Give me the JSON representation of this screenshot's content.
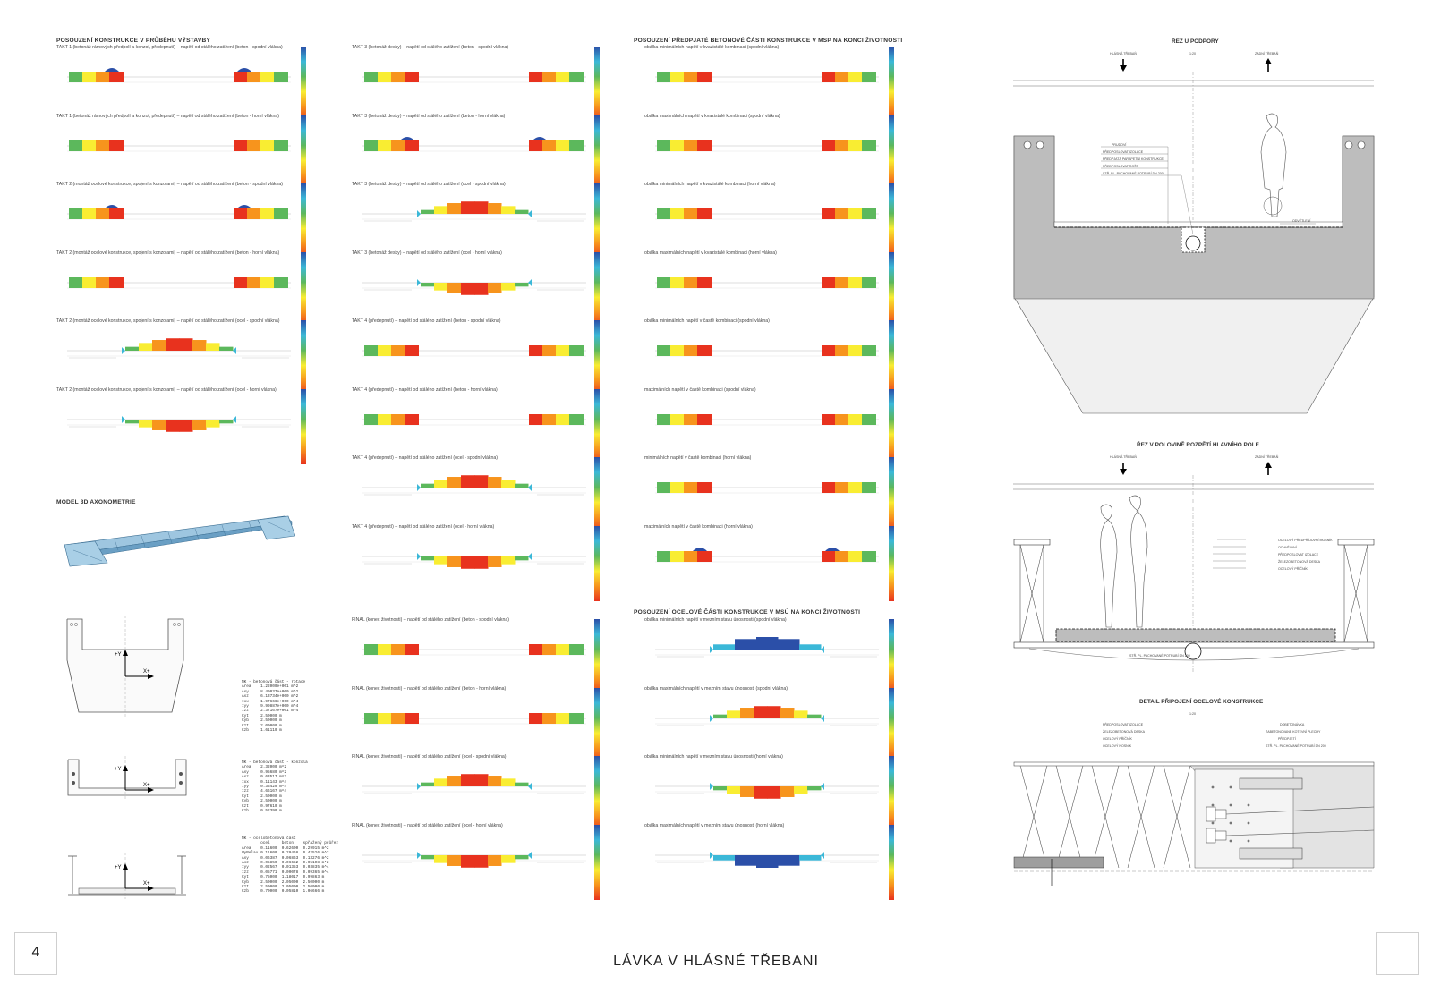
{
  "page": {
    "number": "4",
    "title": "LÁVKA V HLÁSNÉ TŘEBANI"
  },
  "sections": {
    "construction": "POSOUZENÍ KONSTRUKCE V PRŮBĚHU VÝSTAVBY",
    "concrete_eol": "POSOUZENÍ PŘEDPJATÉ BETONOVÉ ČÁSTI KONSTRUKCE V MSP NA KONCI ŽIVOTNOSTI",
    "steel_eol": "POSOUZENÍ OCELOVÉ ČÁSTI KONSTRUKCE V MSÚ NA KONCI ŽIVOTNOSTI",
    "model3d": "MODEL 3D AXONOMETRIE"
  },
  "colors": {
    "red": "#e8321e",
    "orange": "#f7941d",
    "yellow": "#f9ed32",
    "green": "#5cb85c",
    "cyan": "#3bb8d8",
    "blue": "#2b4fa8",
    "deck": "#d6d6d6",
    "section_fill": "#bdbdbd"
  },
  "plots": {
    "col1": [
      {
        "caption": "TAKT 1 (betonáž rámových předpolí a konzol, předepnutí) – napětí od stálého zatížení (beton - spodní vlákna)",
        "kind": "ends",
        "bump": "blue"
      },
      {
        "caption": "TAKT 1 (betonáž rámových předpolí a konzol, předepnutí) – napětí od stálého zatížení (beton - horní vlákna)",
        "kind": "ends",
        "bump": "none"
      },
      {
        "caption": "TAKT 2 (montáž ocelové konstrukce, spojení s konzolami) – napětí od stálého zatížení (beton - spodní vlákna)",
        "kind": "ends",
        "bump": "blue"
      },
      {
        "caption": "TAKT 2 (montáž ocelové konstrukce, spojení s konzolami) – napětí od stálého zatížení (beton - horní vlákna)",
        "kind": "ends",
        "bump": "none"
      },
      {
        "caption": "TAKT 2 (montáž ocelové konstrukce, spojení s konzolami) – napětí od stálého zatížení (ocel - spodní vlákna)",
        "kind": "arch",
        "bump": "none"
      },
      {
        "caption": "TAKT 2 (montáž ocelové konstrukce, spojení s konzolami) – napětí od stálého zatížení (ocel - horní vlákna)",
        "kind": "sag",
        "bump": "none"
      }
    ],
    "col2": [
      {
        "caption": "TAKT 3 (betonáž desky) – napětí od stálého zatížení (beton - spodní vlákna)",
        "kind": "ends",
        "bump": "none"
      },
      {
        "caption": "TAKT 3 (betonáž desky) – napětí od stálého zatížení (beton - horní vlákna)",
        "kind": "ends",
        "bump": "blue"
      },
      {
        "caption": "TAKT 3 (betonáž desky) – napětí od stálého zatížení (ocel - spodní vlákna)",
        "kind": "arch",
        "bump": "none"
      },
      {
        "caption": "TAKT 3 (betonáž desky) – napětí od stálého zatížení (ocel - horní vlákna)",
        "kind": "sag",
        "bump": "none"
      },
      {
        "caption": "TAKT 4 (předepnutí) – napětí od stálého zatížení (beton - spodní vlákna)",
        "kind": "ends",
        "bump": "none"
      },
      {
        "caption": "TAKT 4 (předepnutí) – napětí od stálého zatížení (beton - horní vlákna)",
        "kind": "ends",
        "bump": "none"
      },
      {
        "caption": "TAKT 4 (předepnutí) – napětí od stálého zatížení (ocel - spodní vlákna)",
        "kind": "arch",
        "bump": "none"
      },
      {
        "caption": "TAKT 4 (předepnutí) – napětí od stálého zatížení (ocel - horní vlákna)",
        "kind": "sag",
        "bump": "none"
      },
      {
        "caption": "FINAL (konec životnosti) – napětí od stálého zatížení (beton - spodní vlákna)",
        "kind": "ends",
        "bump": "none"
      },
      {
        "caption": "FINAL (konec životnosti) – napětí od stálého zatížení (beton - horní vlákna)",
        "kind": "ends",
        "bump": "none"
      },
      {
        "caption": "FINAL (konec životnosti) – napětí od stálého zatížení (ocel - spodní vlákna)",
        "kind": "arch",
        "bump": "none"
      },
      {
        "caption": "FINAL (konec životnosti) – napětí od stálého zatížení (ocel - horní vlákna)",
        "kind": "sag",
        "bump": "none"
      }
    ],
    "col3": [
      {
        "caption": "obálka minimálních napětí v kvazistálé kombinaci (spodní vlákna)",
        "kind": "ends",
        "bump": "none"
      },
      {
        "caption": "obálka maximálních napětí v kvazistálé kombinaci (spodní vlákna)",
        "kind": "ends",
        "bump": "none"
      },
      {
        "caption": "obálka minimálních napětí v kvazistálé kombinaci (horní vlákna)",
        "kind": "ends",
        "bump": "none"
      },
      {
        "caption": "obálka maximálních napětí v kvazistálé kombinaci (horní vlákna)",
        "kind": "ends",
        "bump": "none"
      },
      {
        "caption": "obálka minimálních napětí v častě kombinaci (spodní vlákna)",
        "kind": "ends",
        "bump": "none"
      },
      {
        "caption": "maximálních napětí v častě kombinaci (spodní vlákna)",
        "kind": "ends",
        "bump": "none"
      },
      {
        "caption": "minimálních napětí v častě kombinaci (horní vlákna)",
        "kind": "ends",
        "bump": "none"
      },
      {
        "caption": "maximálních napětí v častě kombinaci (horní vlákna)",
        "kind": "ends",
        "bump": "blue"
      },
      {
        "caption": "obálka minimálních napětí v mezním stavu únosnosti (spodní vlákna)",
        "kind": "blue_arch",
        "bump": "none"
      },
      {
        "caption": "obálka maximálních napětí v mezním stavu únosnosti (spodní vlákna)",
        "kind": "arch",
        "bump": "none"
      },
      {
        "caption": "obálka minimálních napětí v mezním stavu únosnosti (horní vlákna)",
        "kind": "sag",
        "bump": "none"
      },
      {
        "caption": "obálka maximálních napětí v mezním stavu únosnosti (horní vlákna)",
        "kind": "blue_sag",
        "bump": "none"
      }
    ]
  },
  "sections_props": {
    "s1_title": "NK - betonová část - rotace",
    "s1_rows": "Area    1.22000e+001 m^2\nAsy     8.49037e+000 m^2\nAsz     6.13734e+000 m^2\nIxx     1.97666e+000 m^4\nIyy     9.99887e+000 m^4\nIzz     2.37167e+001 m^4\nCyt     2.50000 m\nCyb     2.50000 m\nCzt     2.00000 m\nCzb     1.61110 m",
    "s2_title": "NK - betonová část - konzola",
    "s2_rows": "Area    2.32000 m^2\nAsy     0.95680 m^2\nAsz     0.63517 m^2\nIxx     0.11143 m^4\nIyy     0.35420 m^4\nIzz     4.66167 m^4\nCyt     2.50000 m\nCyb     2.50000 m\nCzt     0.97610 m\nCzb     0.52390 m",
    "s3_title": "NK - ocelobetonová část",
    "s3_rows": "        ocel     beton    spřažený průřez\nArea    0.11600  0.62600  0.29915 m^2\nWyRelax 0.11600  0.29468  0.42526 m^2\nAsy     0.06387  0.06863  0.13276 m^2\nAsz     0.05850  0.06652  0.05108 m^2\nIyy     0.02567  0.01353  0.03835 m^4\nIzz     0.05771  0.00078  0.09365 m^4\nCyt     0.75000  1.18017  0.99863 m\nCyb     2.50000  2.05000  2.50000 m\nCzt     2.50000  2.05000  2.50000 m\nCzb     0.70000  0.05810  1.06666 m"
  },
  "drawings": {
    "support_title": "ŘEZ U PODPORY",
    "midspan_title": "ŘEZ V POLOVINĚ ROZPĚTÍ HLAVNÍHO POLE",
    "detail_title": "DETAIL PŘIPOJENÍ OCELOVÉ KONSTRUKCE",
    "left_dir": "HLÁSNÁ TŘEBAŇ",
    "right_dir": "ZADNÍ TŘEBAŇ",
    "axis": "1:20",
    "support_labels": [
      "PRUDOVÍ",
      "PŘEDPOSLOVAT IZOLACE",
      "PŘEDPJATÁ PARAPETNÍ KONSTRUKCE",
      "PŘEDPOSLOVAT ROŠT",
      "STŘ. PL. PACHOVANÉ POTRUBÍ DN 200"
    ],
    "support_right_label": "ODVĚTLENÍ",
    "mid_labels": [
      "OCELOVÝ PŘEDPŘÍDUVNÍ MOSNÍK",
      "OCHVĚLANÍ",
      "PŘEDPOSLOVAT IZOLACE",
      "ŽELEZOBETONOVÁ DESKA",
      "OCELOVÝ PŘÍČNÍK"
    ],
    "mid_pipe_label": "STŘ. PL. PACHOVANÉ POTRUBÍ DN 200",
    "detail_labels_left": [
      "PŘEDPOSLOVAT IZOLACE",
      "ŽELEZOBETONOVÁ DESKA",
      "OCELOVÝ PŘÍČNÍK",
      "OCELOVÝ NOSNÍK"
    ],
    "detail_labels_right": [
      "DOBETONÁVKA",
      "ZABETONOVANÉ KOTEVNÍ PLECHY",
      "PŘEDPJETÍ",
      "STŘ. PL. PACHOVANÉ POTRUBÍ DN 200"
    ]
  }
}
